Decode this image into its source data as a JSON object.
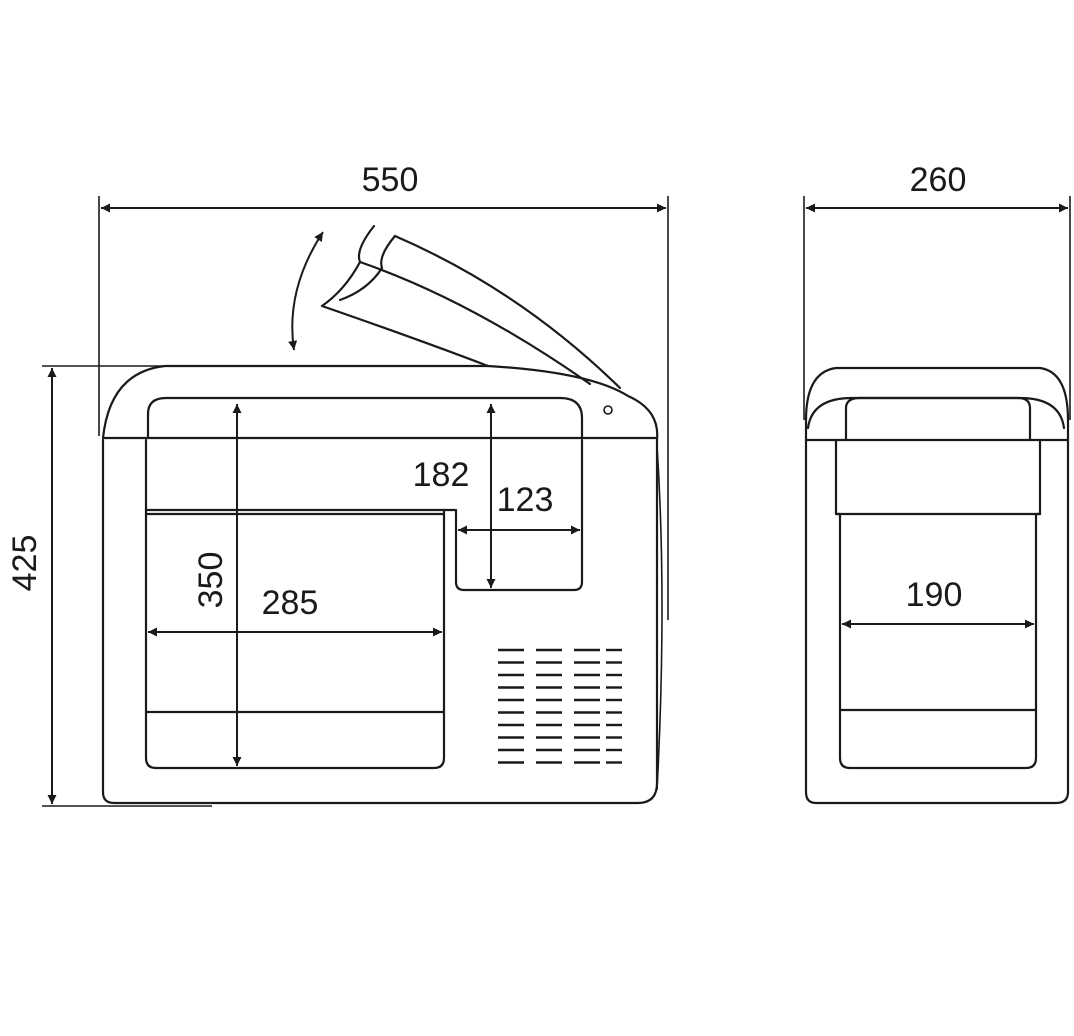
{
  "dimensions": {
    "overall_width": "550",
    "overall_height": "425",
    "depth": "260",
    "interior_width": "285",
    "interior_height": "350",
    "upper_compartment_height": "182",
    "step_width": "123",
    "side_interior_width": "190"
  }
}
